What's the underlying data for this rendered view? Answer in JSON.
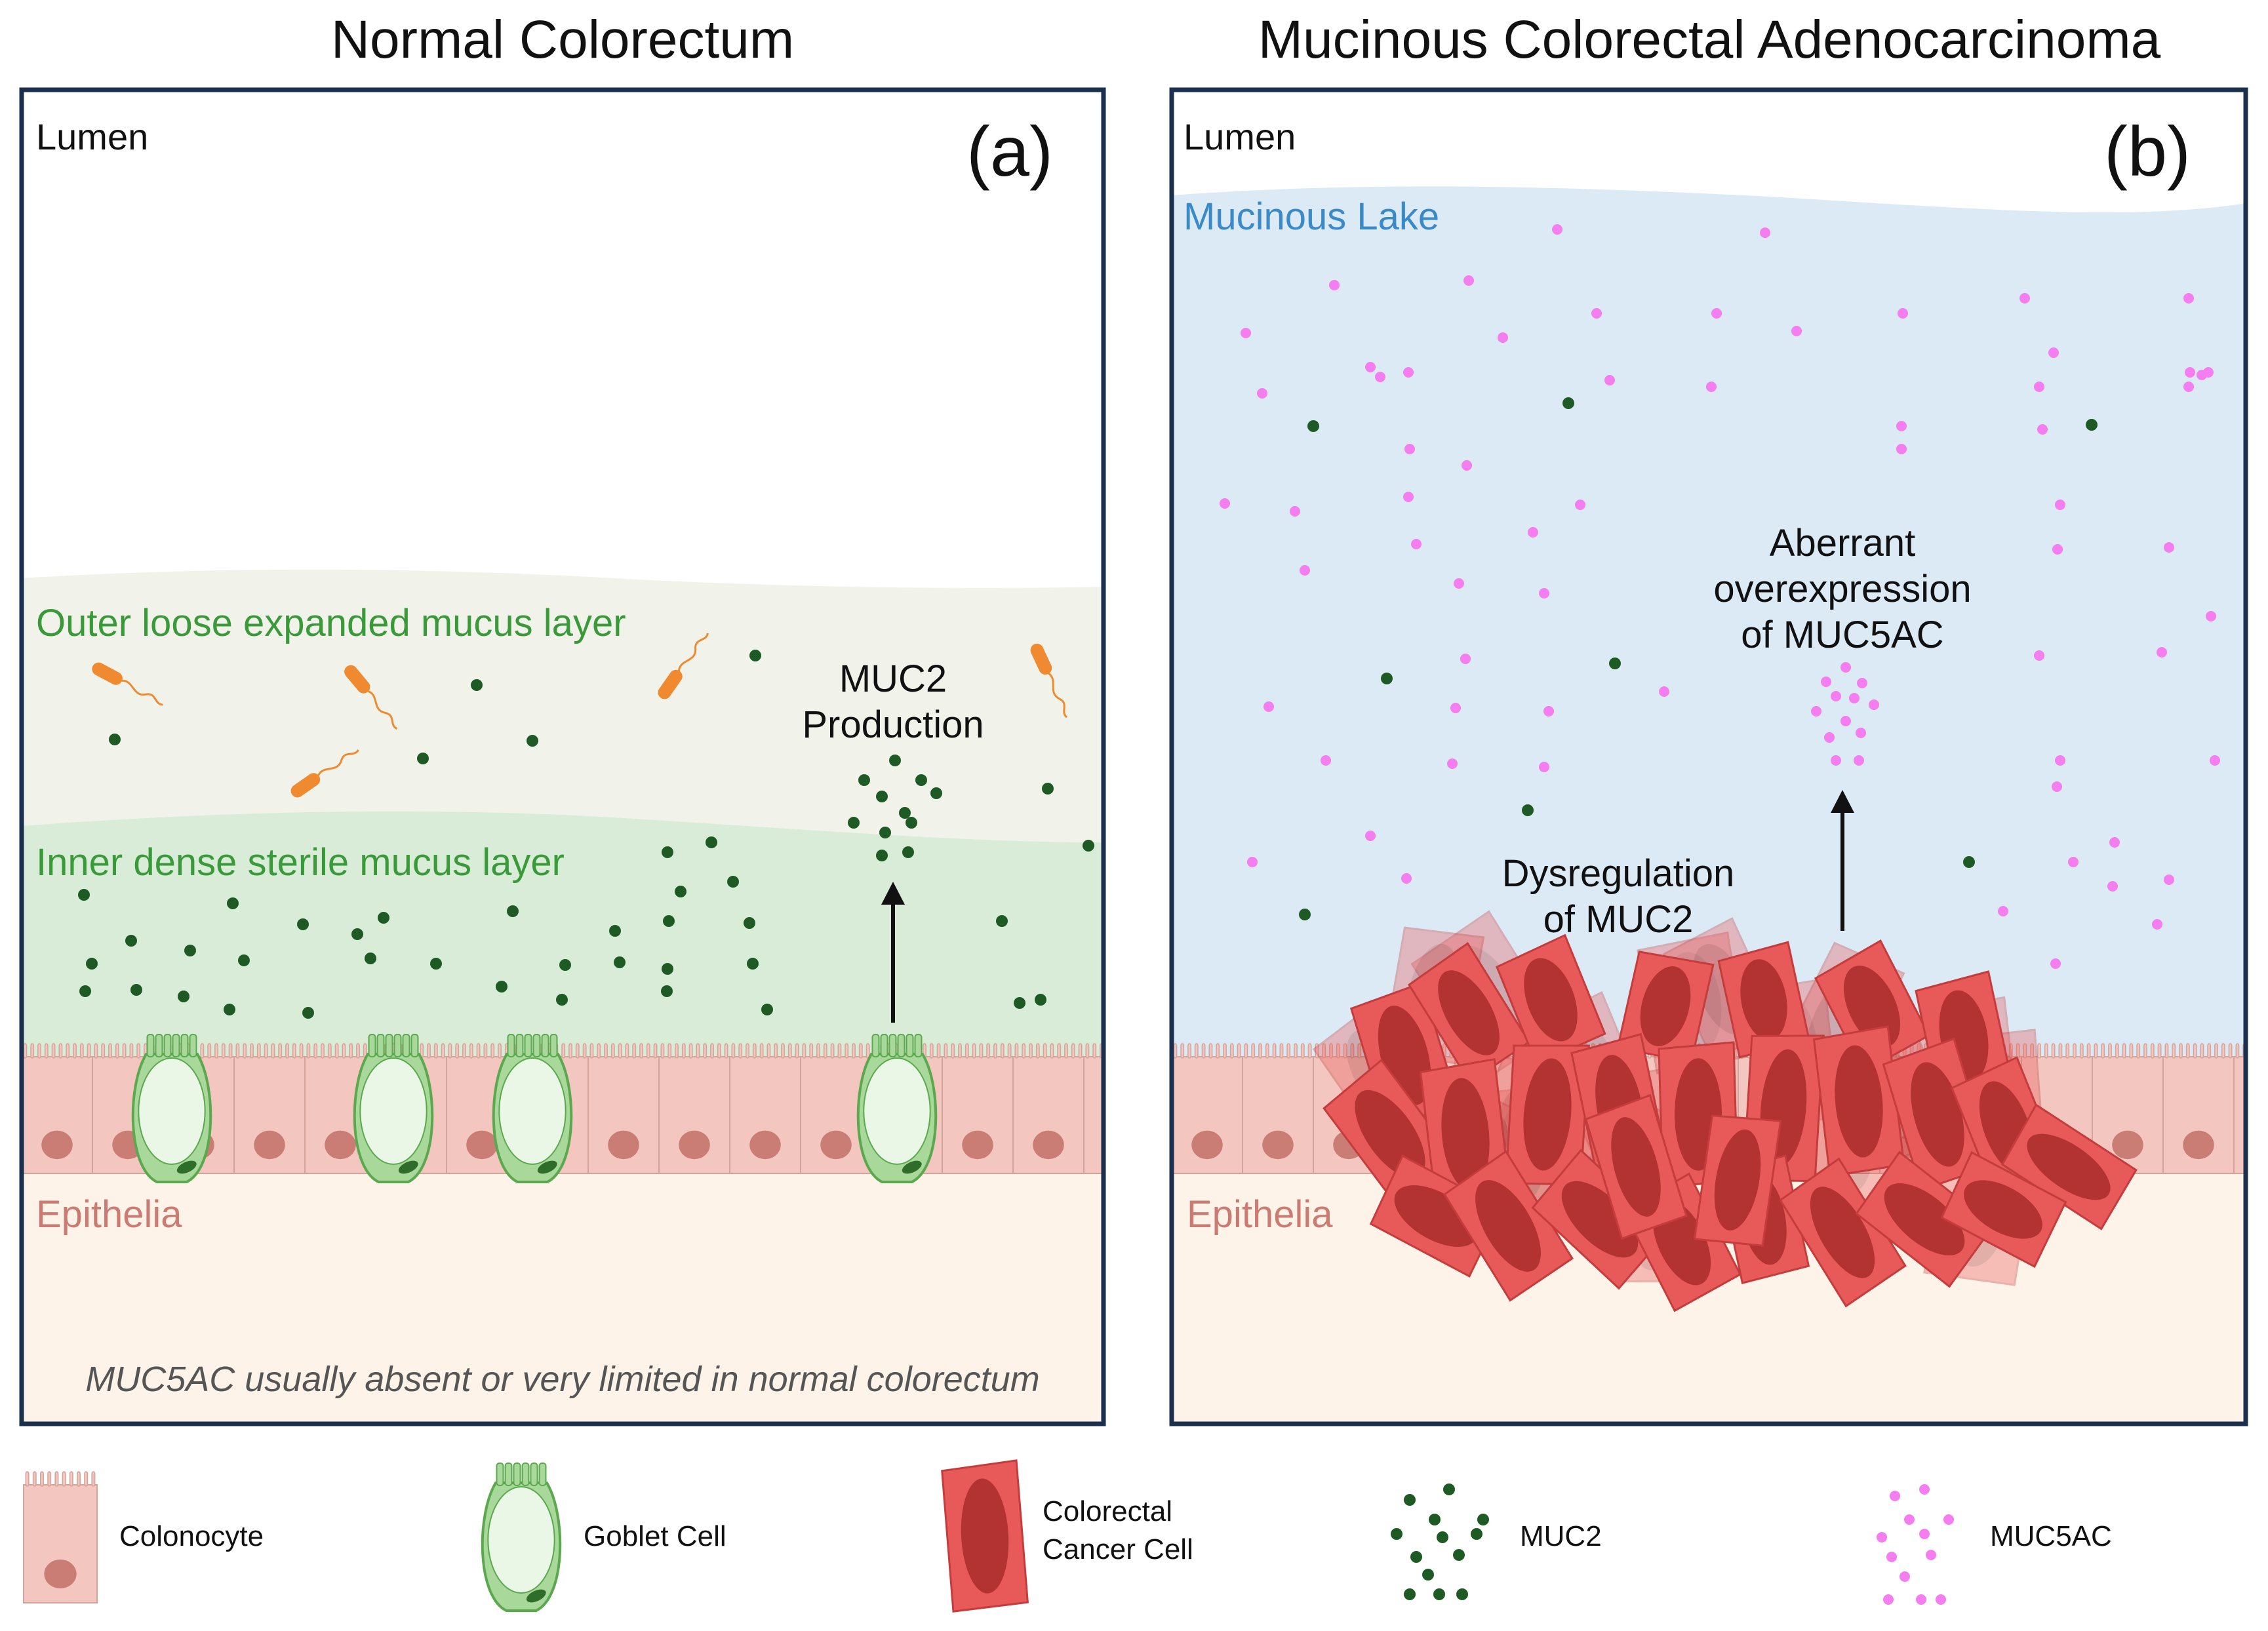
{
  "panel_a": {
    "title": "Normal Colorectum",
    "tag": "(a)",
    "lumen_label": "Lumen",
    "outer_layer_label": "Outer loose expanded mucus layer",
    "inner_layer_label": "Inner dense sterile mucus layer",
    "production_label_line1": "MUC2",
    "production_label_line2": "Production",
    "epithelia_label": "Epithelia",
    "footnote": "MUC5AC usually absent or very limited in normal colorectum"
  },
  "panel_b": {
    "title": "Mucinous Colorectal Adenocarcinoma",
    "tag": "(b)",
    "lumen_label": "Lumen",
    "lake_label": "Mucinous Lake",
    "overexpression_line1": "Aberrant",
    "overexpression_line2": "overexpression",
    "overexpression_line3": "of MUC5AC",
    "dysregulation_line1": "Dysregulation",
    "dysregulation_line2": "of MUC2",
    "epithelia_label": "Epithelia"
  },
  "legend": {
    "colonocyte": "Colonocyte",
    "goblet_cell": "Goblet Cell",
    "cancer_cell_line1": "Colorectal",
    "cancer_cell_line2": "Cancer Cell",
    "muc2": "MUC2",
    "muc5ac": "MUC5AC"
  },
  "colors": {
    "frame": "#1b2f4e",
    "outer_mucus": "#f1f3ea",
    "inner_mucus": "#d9ecd8",
    "layer_text": "#3a9a3a",
    "epithelia_text": "#cc7b72",
    "colonocyte": "#f3c7bf",
    "nucleus": "#c97d75",
    "lamina": "#fdf3e8",
    "goblet_fill": "#eaf6e6",
    "goblet_stroke": "#5ba84e",
    "muc2": "#1e5a24",
    "muc5ac": "#f47ef0",
    "bacteria": "#f08a30",
    "lake": "#dceaf6",
    "lake_text": "#3a8ac8",
    "cancer": "#e85a5a",
    "cancer_dark": "#b33232"
  }
}
